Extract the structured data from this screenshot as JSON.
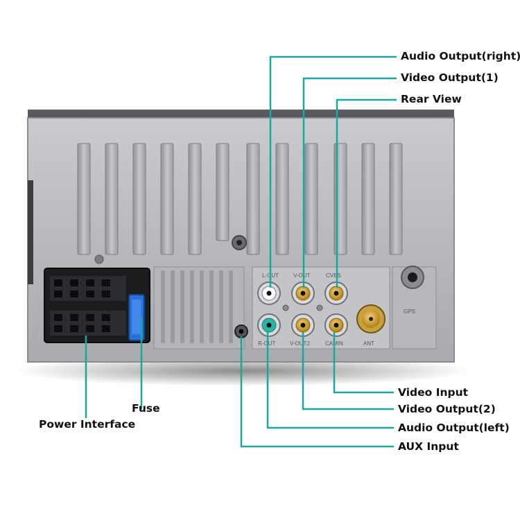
{
  "labels": {
    "audio_output_right": "Audio Output(right)",
    "video_output_1": "Video Output(1)",
    "rear_view": "Rear View",
    "video_input": "Video Input",
    "video_output_2": "Video Output(2)",
    "audio_output_left": "Audio Output(left)",
    "aux_input": "AUX Input",
    "fuse": "Fuse",
    "power_interface": "Power Interface"
  },
  "panel_print": {
    "r_out_top": "L-OUT",
    "v_out_top": "V-OUT",
    "cvbs": "CVBS",
    "r_out_bottom": "R-OUT",
    "v_out2": "V-OUT2",
    "cam_in": "CAMIN",
    "ant": "ANT",
    "gps": "GPS"
  },
  "colors": {
    "callout_line": "#1aa7a0",
    "housing": "#b9bbbf",
    "rca_gold": "#d9a21c",
    "rca_teal": "#2bb3a3"
  }
}
